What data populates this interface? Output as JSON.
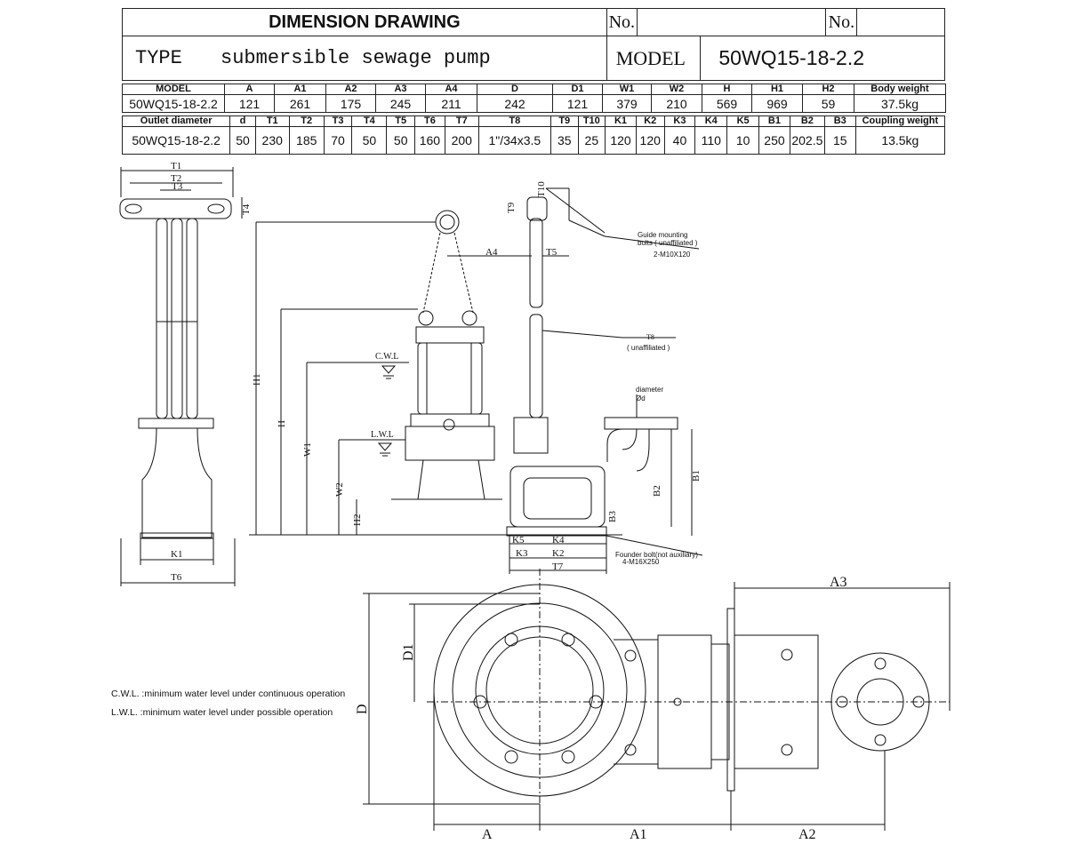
{
  "header": {
    "title": "DIMENSION DRAWING",
    "no1_label": "No.",
    "no2_label": "No.",
    "type_label": "TYPE",
    "type_value": "submersible sewage pump",
    "model_label": "MODEL",
    "model_value": "50WQ15-18-2.2"
  },
  "table1": {
    "headers": [
      "MODEL",
      "A",
      "A1",
      "A2",
      "A3",
      "A4",
      "D",
      "D1",
      "W1",
      "W2",
      "H",
      "H1",
      "H2",
      "Body weight"
    ],
    "values": [
      "50WQ15-18-2.2",
      "121",
      "261",
      "175",
      "245",
      "211",
      "242",
      "121",
      "379",
      "210",
      "569",
      "969",
      "59",
      "37.5kg"
    ]
  },
  "table2": {
    "headers": [
      "Outlet diameter",
      "d",
      "T1",
      "T2",
      "T3",
      "T4",
      "T5",
      "T6",
      "T7",
      "T8",
      "T9",
      "T10",
      "K1",
      "K2",
      "K3",
      "K4",
      "K5",
      "B1",
      "B2",
      "B3",
      "Coupling weight"
    ],
    "values": [
      "50WQ15-18-2.2",
      "50",
      "230",
      "185",
      "70",
      "50",
      "50",
      "160",
      "200",
      "1\"/34x3.5",
      "35",
      "25",
      "120",
      "120",
      "40",
      "110",
      "10",
      "250",
      "202.5",
      "15",
      "13.5kg"
    ]
  },
  "labels": {
    "T1": "T1",
    "T2": "T2",
    "T3": "T3",
    "T4": "T4",
    "K1": "K1",
    "T6": "T6",
    "T10": "T10",
    "T9": "T9",
    "T5": "T5",
    "A4": "A4",
    "H1": "H1",
    "H": "H",
    "W1": "W1",
    "W2": "W2",
    "H2": "H2",
    "CWL": "C.W.L",
    "LWL": "L.W.L",
    "B2": "B2",
    "B1": "B1",
    "B3": "B3",
    "K5": "K5",
    "K4": "K4",
    "K3": "K3",
    "K2": "K2",
    "T7": "T7",
    "guide1": "Guide mounting",
    "guide2": "bolts ( unaffiliated )",
    "guide3": "2-M10X120",
    "t8_1": "T8",
    "t8_2": "( unaffiliated )",
    "diam1": "diameter",
    "diam2": "Ød",
    "founder1": "Founder bolt(not auxiliary)",
    "founder2": "4-M16X250",
    "D1": "D1",
    "D": "D",
    "A3": "A3",
    "A": "A",
    "A1": "A1",
    "A2": "A2"
  },
  "notes": {
    "cwl": "C.W.L. :minimum water level under continuous operation",
    "lwl": "L.W.L. :minimum water level under possible operation"
  }
}
